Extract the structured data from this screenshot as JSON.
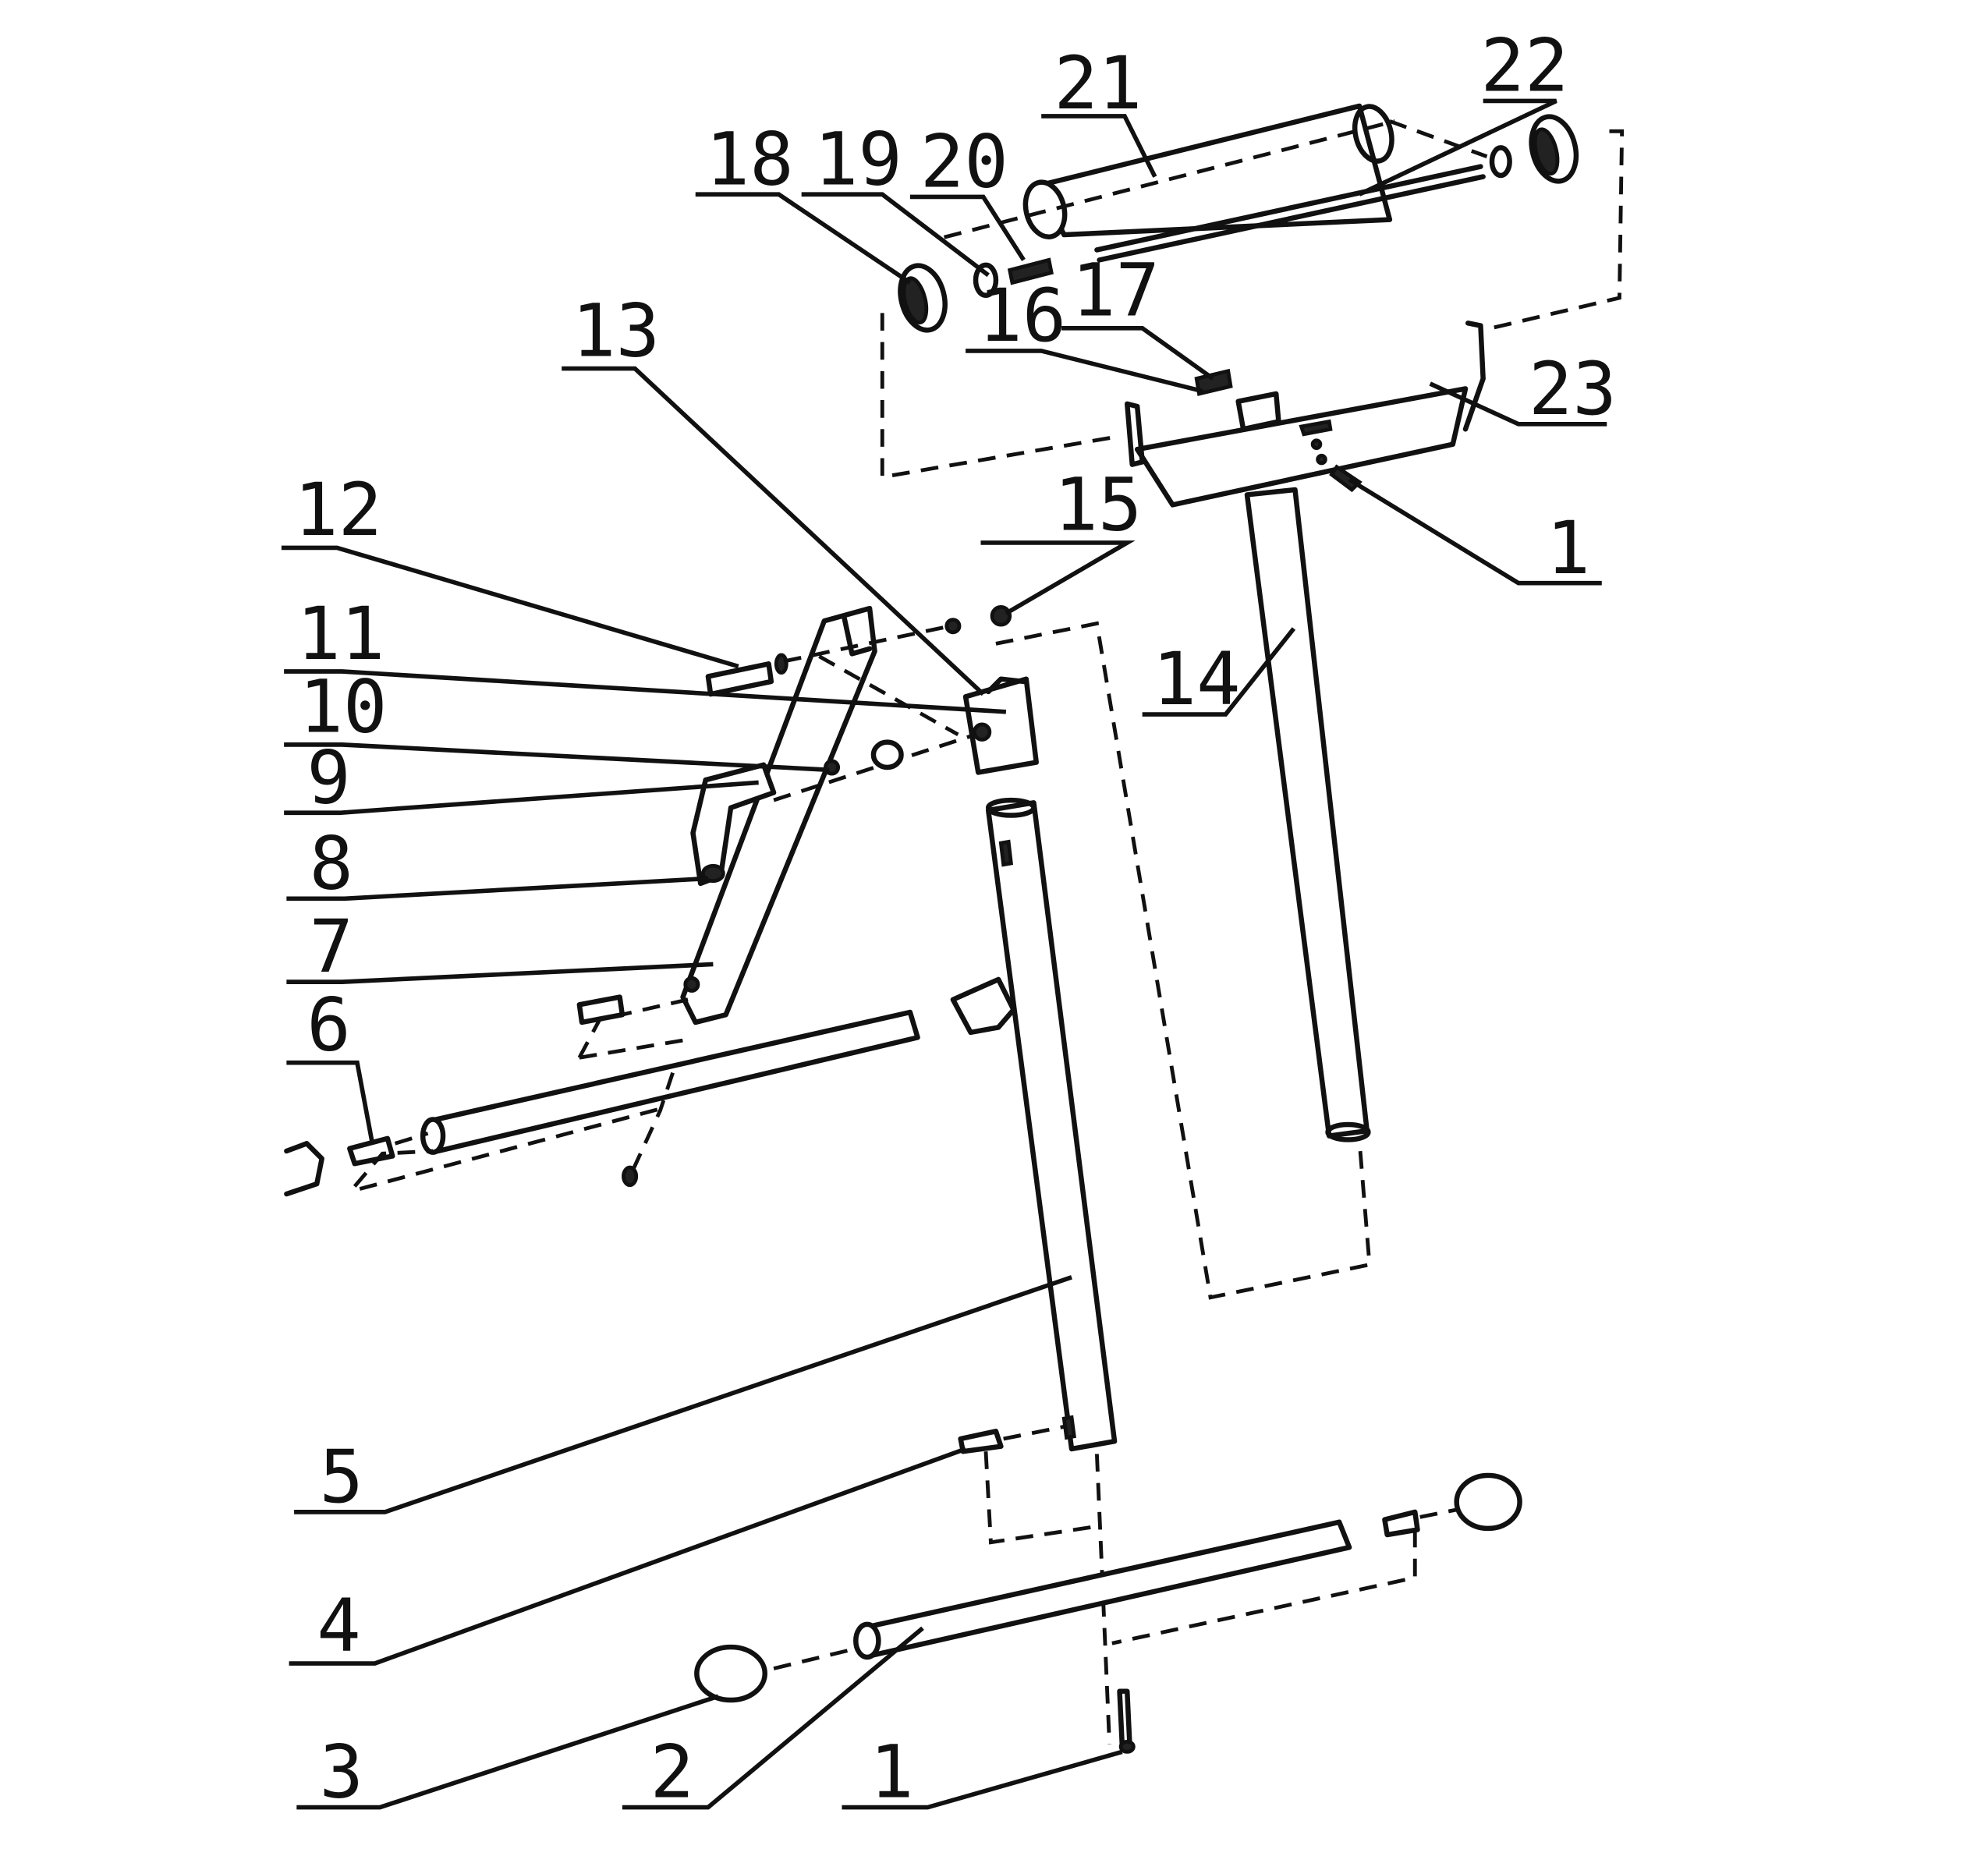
{
  "callouts": [
    {
      "id": "c1a",
      "text": "1"
    },
    {
      "id": "c1b",
      "text": "1"
    },
    {
      "id": "c2",
      "text": "2"
    },
    {
      "id": "c3",
      "text": "3"
    },
    {
      "id": "c4",
      "text": "4"
    },
    {
      "id": "c5",
      "text": "5"
    },
    {
      "id": "c6",
      "text": "6"
    },
    {
      "id": "c7",
      "text": "7"
    },
    {
      "id": "c8",
      "text": "8"
    },
    {
      "id": "c9",
      "text": "9"
    },
    {
      "id": "c10",
      "text": "10"
    },
    {
      "id": "c11",
      "text": "11"
    },
    {
      "id": "c12",
      "text": "12"
    },
    {
      "id": "c13",
      "text": "13"
    },
    {
      "id": "c14",
      "text": "14"
    },
    {
      "id": "c15",
      "text": "15"
    },
    {
      "id": "c16",
      "text": "16"
    },
    {
      "id": "c17",
      "text": "17"
    },
    {
      "id": "c18",
      "text": "18"
    },
    {
      "id": "c19",
      "text": "19"
    },
    {
      "id": "c20",
      "text": "20"
    },
    {
      "id": "c21",
      "text": "21"
    },
    {
      "id": "c22",
      "text": "22"
    },
    {
      "id": "c23",
      "text": "23"
    }
  ]
}
